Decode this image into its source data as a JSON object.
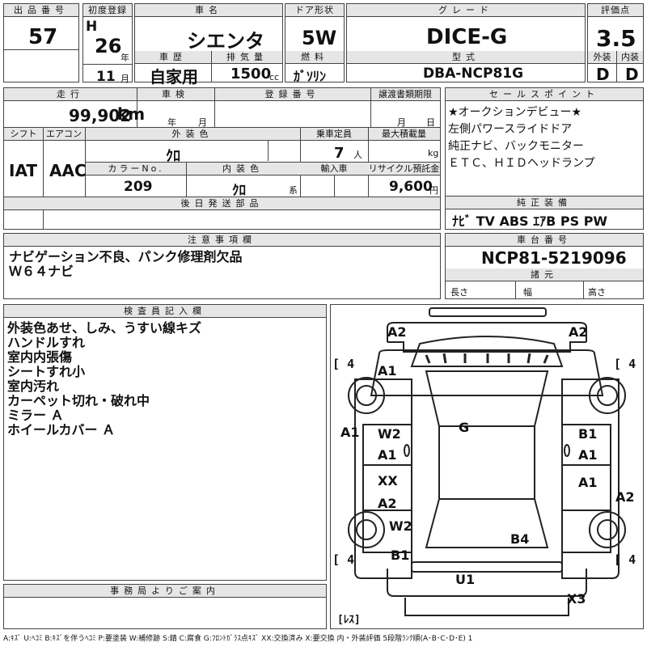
{
  "header": {
    "lot_label": "出品番号",
    "lot_no": "57",
    "first_reg_label": "初度登録",
    "era": "H",
    "year": "26",
    "year_unit": "年",
    "month": "11",
    "month_unit": "月",
    "model_label": "車名",
    "model": "シエンタ",
    "door_label": "ドア形状",
    "door": "5W",
    "grade_label": "グレード",
    "grade": "DICE-G",
    "score_label": "評価点",
    "score": "3.5",
    "history_label": "車歴",
    "history": "自家用",
    "disp_label": "排気量",
    "disp": "1500",
    "disp_unit": "cc",
    "fuel_label": "燃料",
    "fuel": "ｶﾞｿﾘﾝ",
    "type_label": "型式",
    "type": "DBA-NCP81G",
    "ext_label": "外装",
    "ext_grade": "D",
    "int_label": "内装",
    "int_grade": "D"
  },
  "row2": {
    "mileage_label": "走行",
    "mileage": "99,902",
    "mileage_unit": "km",
    "inspection_label": "車検",
    "insp_year": "年",
    "insp_month": "月",
    "reg_label": "登録番号",
    "transfer_label": "譲渡書類期限",
    "tr_month": "月",
    "tr_day": "日",
    "shift_label": "シフト",
    "shift": "IAT",
    "ac_label": "エアコン",
    "ac": "AAC",
    "color_label": "外装色",
    "color": "ｸﾛ",
    "capacity_label": "乗車定員",
    "capacity": "7",
    "capacity_unit": "人",
    "load_label": "最大積載量",
    "load_unit": "kg",
    "colorno_label": "カラーNo.",
    "colorno": "209",
    "intcolor_label": "内装色",
    "intcolor": "ｸﾛ",
    "intcolor_unit": "系",
    "import_label": "輸入車",
    "recycle_label": "リサイクル預託金",
    "recycle": "9,600",
    "recycle_unit": "円",
    "later_label": "後日発送部品"
  },
  "sales": {
    "label": "セールスポイント",
    "lines": [
      "★オークションデビュー★",
      "左側パワースライドドア",
      "純正ナビ、バックモニター",
      "ＥＴＣ、ＨＩＤヘッドランプ"
    ]
  },
  "equipment": {
    "label": "純正装備",
    "items": "ﾅﾋﾞ TV ABS ｴｱB PS PW"
  },
  "notes": {
    "label": "注意事項欄",
    "lines": [
      "ナビゲーション不良、パンク修理剤欠品",
      "Ｗ６４ナビ"
    ]
  },
  "chassis": {
    "label": "車台番号",
    "value": "NCP81-5219096",
    "specs_label": "諸元",
    "length": "長さ",
    "width": "幅",
    "height": "高さ"
  },
  "inspector": {
    "label": "検査員記入欄",
    "lines": [
      "外装色あせ、しみ、うすい線キズ",
      "ハンドルすれ",
      "室内内張傷",
      "シートすれ小",
      "室内汚れ",
      "カーペット切れ・破れ中",
      "ミラー Ａ",
      "ホイールカバー Ａ"
    ]
  },
  "office": {
    "label": "事務局よりご案内"
  },
  "diagram": {
    "marks": {
      "front_left": "A2",
      "front_right": "A2",
      "hood": "A1",
      "fender_left": "A1",
      "front_door_left_a": "W2",
      "front_door_left_b": "A1",
      "rear_door_left_a": "XX",
      "rear_door_left_b": "A2",
      "rear_fender_left_a": "W2",
      "rear_fender_left_b": "B1",
      "roof": "G",
      "front_door_right_a": "B1",
      "front_door_right_b": "A1",
      "rear_door_right": "A1",
      "rear_fender_right": "A2",
      "rear_hatch": "B4",
      "rear_bumper": "U1",
      "rear_corner": "X3"
    },
    "tire_fl": "4",
    "tire_fr": "4",
    "tire_rl": "4",
    "tire_rr": "4",
    "spare": "ﾚｽ"
  },
  "legend": "A:ｷｽﾞ U:ﾍｺﾐ B:ｷｽﾞを伴うﾍｺﾐ P:要塗装 W:補修跡 S:錆 C:腐食 G:ﾌﾛﾝﾄｶﾞﾗｽ点ｷｽﾞ XX:交換済み X:要交換 内・外装評価 5段階ﾗﾝｸ順(A･B･C･D･E) 1"
}
